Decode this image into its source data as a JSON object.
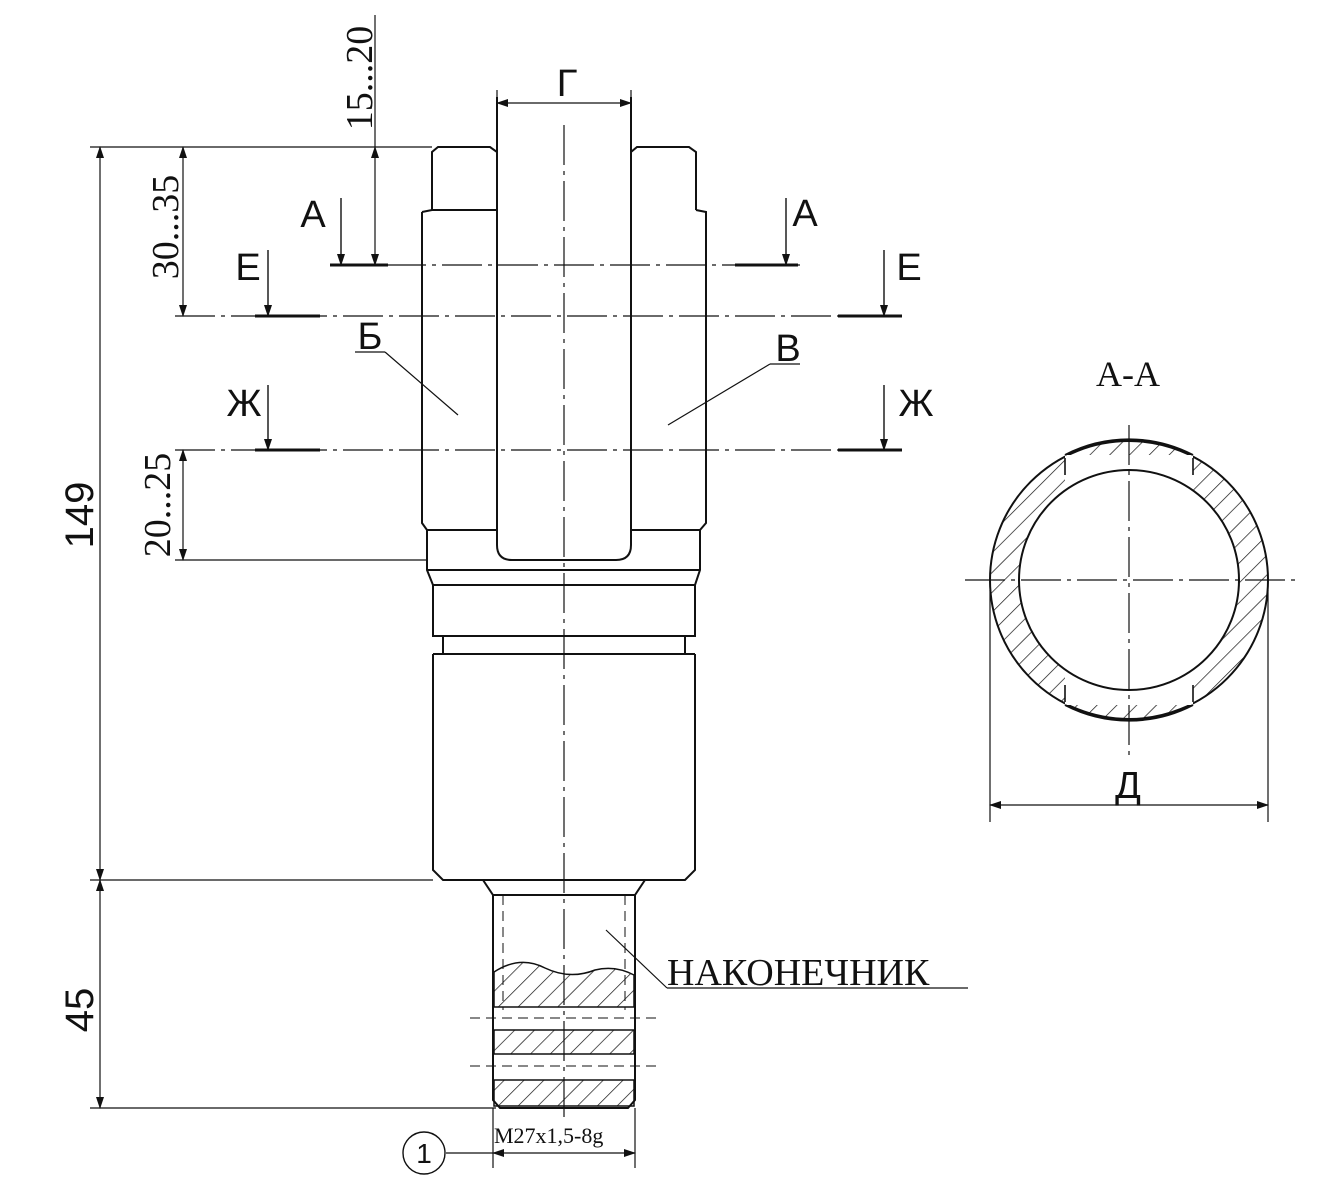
{
  "drawing": {
    "dimensions": {
      "total_length": "149",
      "thread_length": "45",
      "slot_depth": "15...20",
      "section_offset": "30...35",
      "section_bottom": "20...25",
      "slot_width": "Г",
      "outer_diameter": "Д"
    },
    "section_marks": {
      "a": "А",
      "e": "Е",
      "zh": "Ж"
    },
    "surface_labels": {
      "left": "Б",
      "right": "В"
    },
    "part_label": "НАКОНЕЧНИК",
    "thread_spec": "M27x1,5-8g",
    "callout_number": "1",
    "section_view_title": "А-А"
  }
}
